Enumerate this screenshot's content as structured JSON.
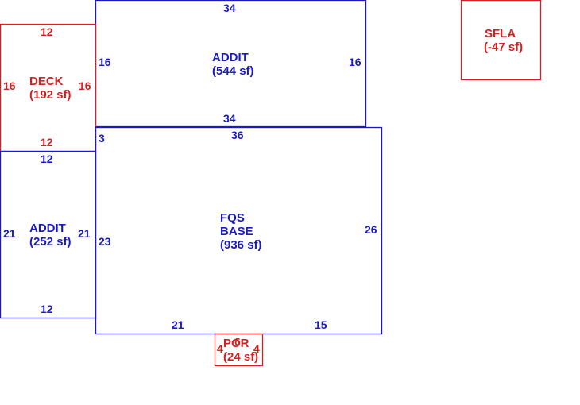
{
  "colors": {
    "base": "#1a1ac8",
    "deck": "#d42020"
  },
  "areas": {
    "addit_top": {
      "name": "ADDIT",
      "area": "(544 sf)",
      "dims": {
        "top": "34",
        "bottom": "34",
        "left": "16",
        "right": "16"
      }
    },
    "deck": {
      "name": "DECK",
      "area": "(192 sf)",
      "dims": {
        "top": "12",
        "bottom": "12",
        "left": "16",
        "right": "16"
      }
    },
    "addit_left": {
      "name": "ADDIT",
      "area": "(252 sf)",
      "dims": {
        "top": "12",
        "bottom": "12",
        "left": "21",
        "right": "21"
      }
    },
    "base": {
      "name_line1": "FQS",
      "name_line2": "BASE",
      "area": "(936 sf)",
      "dims": {
        "top": "36",
        "right": "26",
        "left_upper": "3",
        "left_lower": "23",
        "bottom_left": "21",
        "bottom_right": "15"
      }
    },
    "por": {
      "name": "POR",
      "area": "(24 sf)",
      "dims": {
        "top": "6",
        "left": "4",
        "right": "4"
      }
    },
    "sfla": {
      "name": "SFLA",
      "area": "(-47 sf)"
    }
  }
}
